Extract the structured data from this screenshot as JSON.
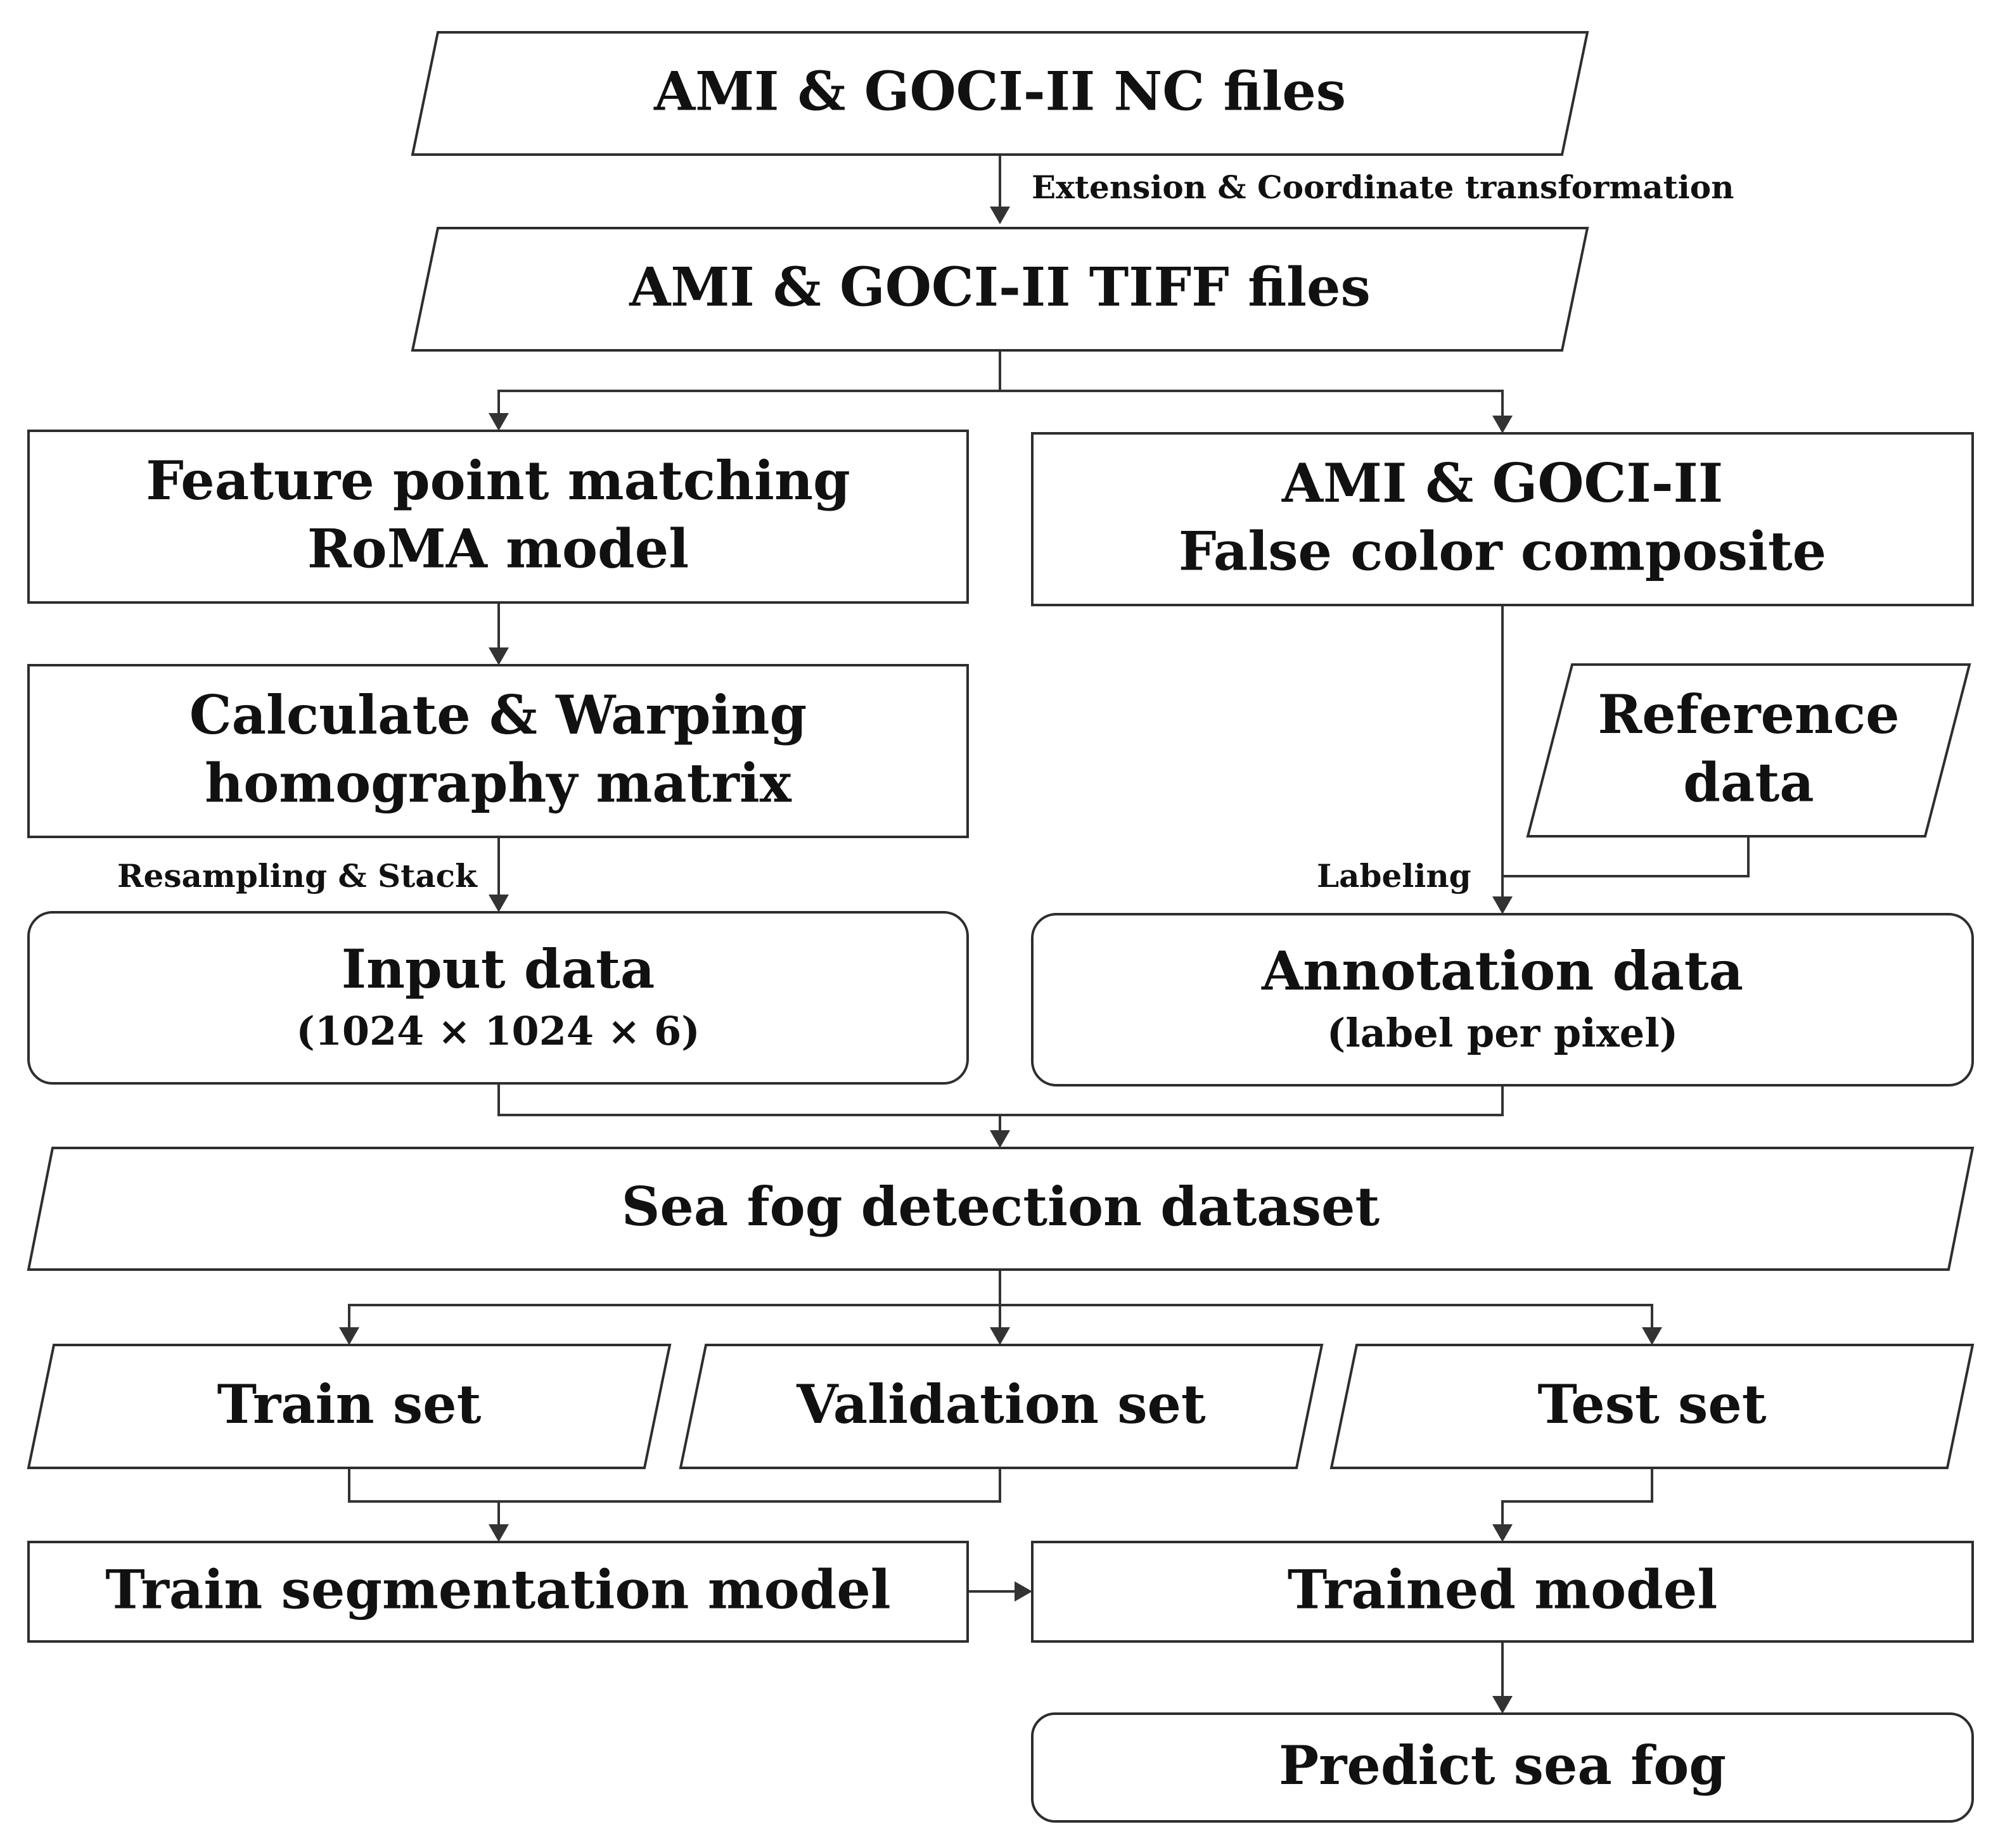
{
  "diagram": {
    "nodes": [
      {
        "id": "nc-files",
        "shape": "parallelogram",
        "lines": [
          "AMI & GOCI-II NC files"
        ]
      },
      {
        "id": "tiff-files",
        "shape": "parallelogram",
        "lines": [
          "AMI & GOCI-II TIFF files"
        ]
      },
      {
        "id": "feature-matching",
        "shape": "rectangle",
        "lines": [
          "Feature point matching",
          "RoMA model"
        ]
      },
      {
        "id": "false-color",
        "shape": "rectangle",
        "lines": [
          "AMI & GOCI-II",
          "False color composite"
        ]
      },
      {
        "id": "homography",
        "shape": "rectangle",
        "lines": [
          "Calculate & Warping",
          "homography matrix"
        ]
      },
      {
        "id": "reference-data",
        "shape": "parallelogram",
        "lines": [
          "Reference",
          "data"
        ]
      },
      {
        "id": "input-data",
        "shape": "rounded",
        "lines": [
          "Input data"
        ],
        "sub": "(1024 × 1024 × 6)"
      },
      {
        "id": "annotation-data",
        "shape": "rounded",
        "lines": [
          "Annotation data"
        ],
        "sub": "(label per pixel)"
      },
      {
        "id": "dataset",
        "shape": "parallelogram",
        "lines": [
          "Sea fog detection dataset"
        ]
      },
      {
        "id": "train-set",
        "shape": "parallelogram",
        "lines": [
          "Train set"
        ]
      },
      {
        "id": "validation-set",
        "shape": "parallelogram",
        "lines": [
          "Validation set"
        ]
      },
      {
        "id": "test-set",
        "shape": "parallelogram",
        "lines": [
          "Test set"
        ]
      },
      {
        "id": "train-model",
        "shape": "rectangle",
        "lines": [
          "Train segmentation model"
        ]
      },
      {
        "id": "trained-model",
        "shape": "rectangle",
        "lines": [
          "Trained model"
        ]
      },
      {
        "id": "predict",
        "shape": "rounded",
        "lines": [
          "Predict sea fog"
        ]
      }
    ],
    "edge_labels": {
      "extension": "Extension & Coordinate transformation",
      "resampling": "Resampling & Stack",
      "labeling": "Labeling"
    }
  },
  "colors": {
    "stroke": "#2e2e2e",
    "text": "#111111",
    "background": "#ffffff"
  }
}
